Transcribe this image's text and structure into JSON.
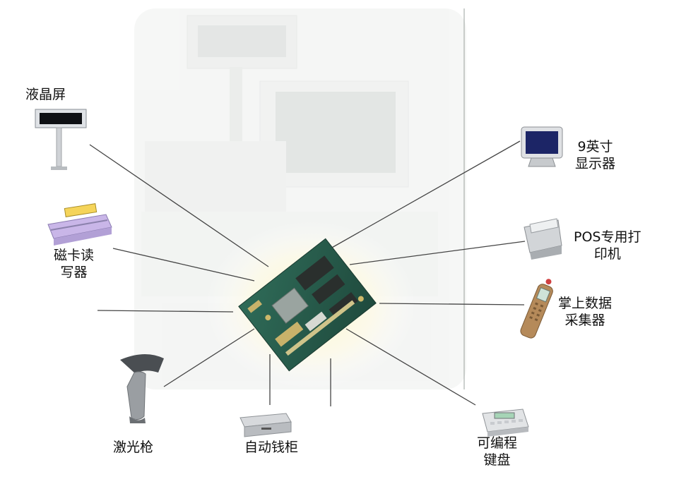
{
  "center": {
    "icon": "pos-motherboard-icon"
  },
  "peripherals": [
    {
      "id": "lcd",
      "line1": "液晶屏",
      "line2": "",
      "icon": "lcd-display-icon"
    },
    {
      "id": "card-reader",
      "line1": "磁卡读",
      "line2": "写器",
      "icon": "magnetic-card-reader-icon"
    },
    {
      "id": "scanner",
      "line1": "激光枪",
      "line2": "",
      "icon": "laser-scanner-icon"
    },
    {
      "id": "cash-drawer",
      "line1": "自动钱柜",
      "line2": "",
      "icon": "cash-drawer-icon"
    },
    {
      "id": "keyboard",
      "line1": "可编程",
      "line2": "键盘",
      "icon": "programmable-keyboard-icon"
    },
    {
      "id": "handheld",
      "line1": "掌上数据",
      "line2": "采集器",
      "icon": "handheld-data-collector-icon"
    },
    {
      "id": "printer",
      "line1": "POS专用打",
      "line2": "印机",
      "icon": "pos-printer-icon"
    },
    {
      "id": "monitor",
      "line1": "9英寸",
      "line2": "显示器",
      "icon": "monitor-icon"
    }
  ]
}
